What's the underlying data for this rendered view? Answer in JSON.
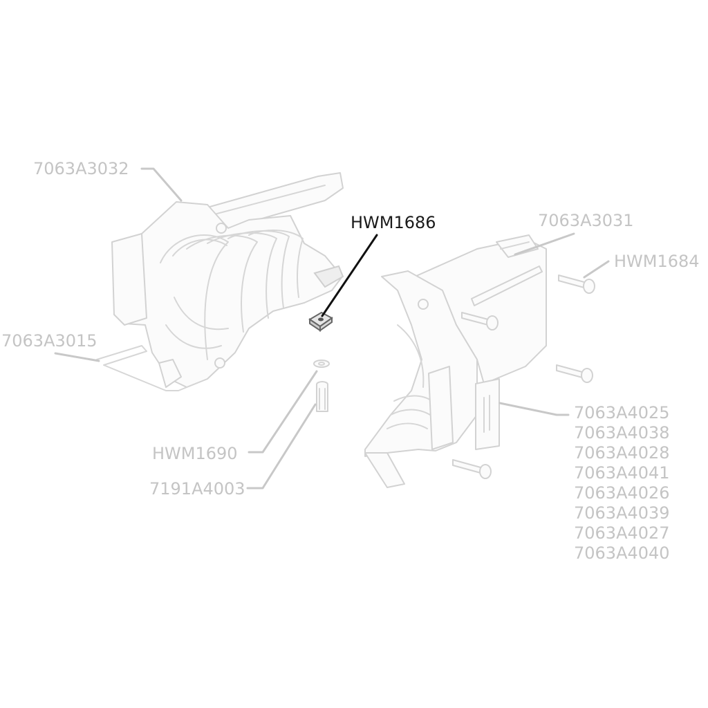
{
  "diagram": {
    "highlighted_part": "HWM1686",
    "highlight_color": "#1a1a1a",
    "inactive_color": "#c4c4c4"
  },
  "labels": {
    "housing_rear": "7063A3032",
    "barrel_front": "7063A3031",
    "screw_top": "HWM1684",
    "clip": "7063A3015",
    "square_nut": "HWM1686",
    "washer": "HWM1690",
    "bolt": "7191A4003",
    "variants": [
      "7063A4025",
      "7063A4038",
      "7063A4028",
      "7063A4041",
      "7063A4026",
      "7063A4039",
      "7063A4027",
      "7063A4040"
    ]
  }
}
